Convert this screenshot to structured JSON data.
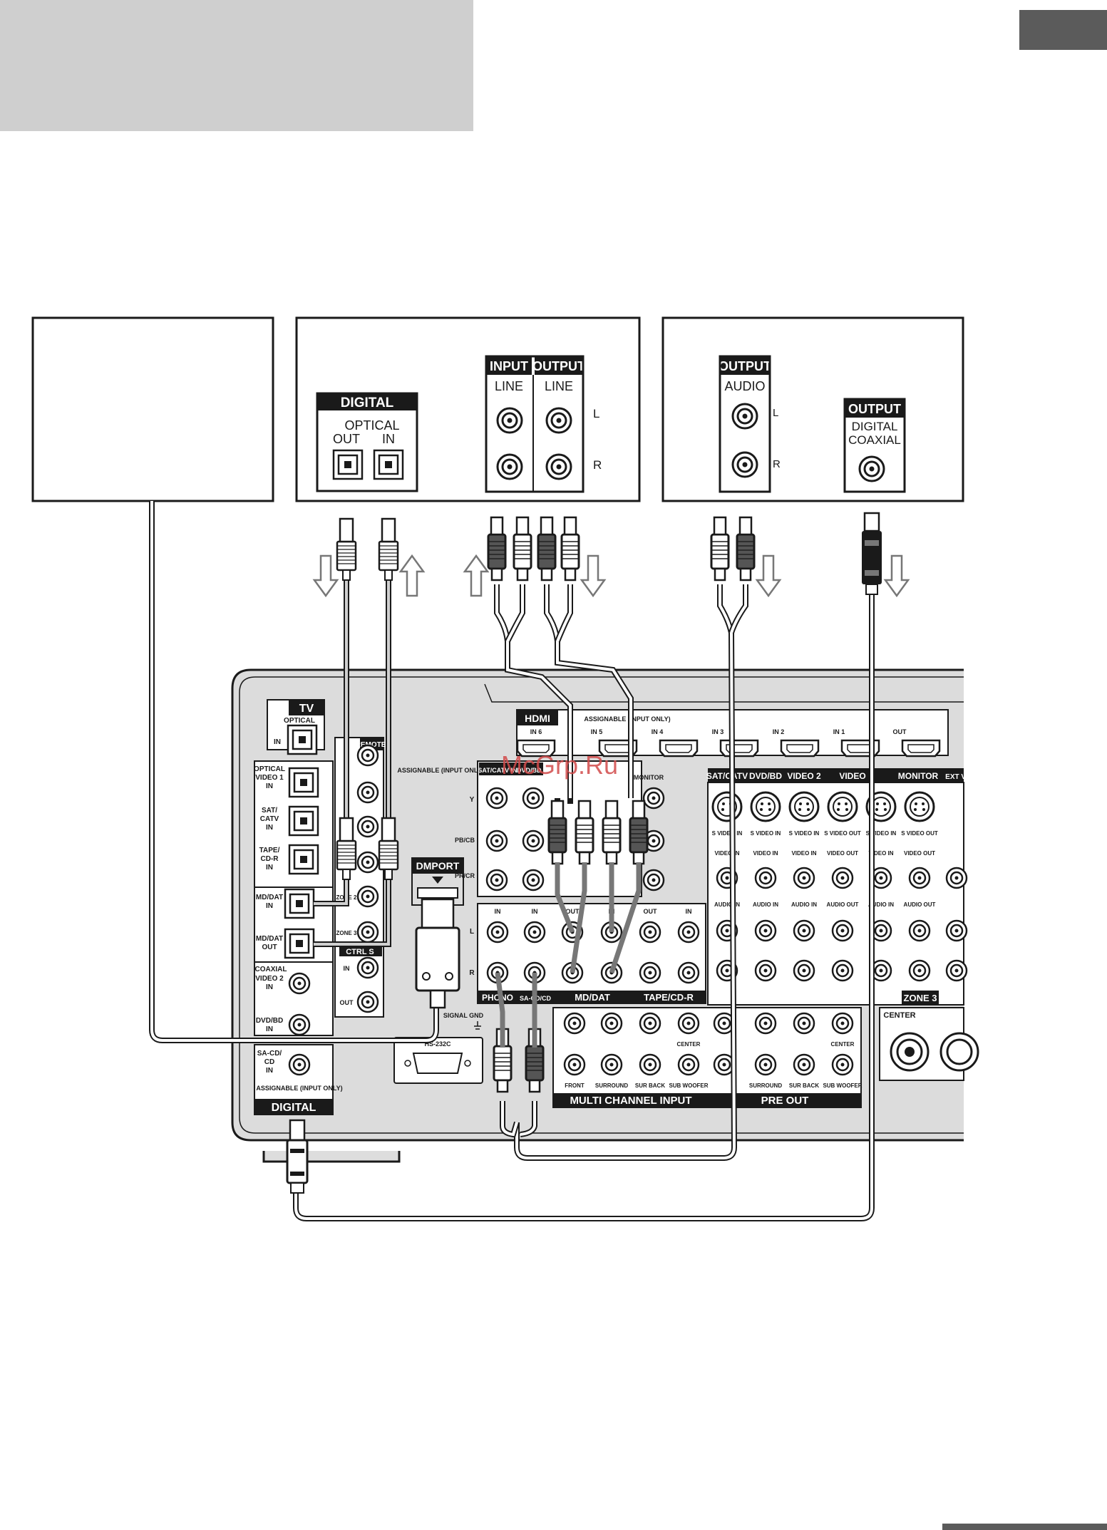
{
  "md_dat_deck": {
    "digital": {
      "header": "DIGITAL",
      "optical": "OPTICAL",
      "out": "OUT",
      "in": "IN"
    },
    "line_input_header": "INPUT",
    "line_output_header": "OUTPUT",
    "line_input": "LINE",
    "line_output": "LINE",
    "left": "L",
    "right": "R"
  },
  "cd_player": {
    "audio_output_header": "OUTPUT",
    "audio": "AUDIO",
    "left": "L",
    "right": "R",
    "digital_output_header": "OUTPUT",
    "digital": "DIGITAL",
    "coaxial": "COAXIAL"
  },
  "receiver": {
    "tv_badge": "TV",
    "tv_optical": "OPTICAL",
    "tv_in": "IN",
    "optical_inputs": [
      {
        "line1": "OPTICAL",
        "line2": "VIDEO 1",
        "line3": "IN"
      },
      {
        "line1": "SAT/",
        "line2": "CATV",
        "line3": "IN"
      },
      {
        "line1": "TAPE/",
        "line2": "CD-R",
        "line3": "IN"
      },
      {
        "line1": "MD/DAT",
        "line2": "IN",
        "line3": ""
      },
      {
        "line1": "MD/DAT",
        "line2": "OUT",
        "line3": ""
      }
    ],
    "coaxial": "COAXIAL",
    "coax_inputs": [
      {
        "line1": "VIDEO 2",
        "line2": "IN",
        "line3": ""
      },
      {
        "line1": "DVD/BD",
        "line2": "IN",
        "line3": ""
      },
      {
        "line1": "SA-CD/",
        "line2": "CD",
        "line3": "IN"
      }
    ],
    "assignable_input_only": "ASSIGNABLE (INPUT ONLY)",
    "digital_footer": "DIGITAL",
    "remote": "REMOTE",
    "zone2": "ZONE 2",
    "zone3": "ZONE 3",
    "ctrl_s": "CTRL S",
    "ctrl_in": "IN",
    "ctrl_out": "OUT",
    "dmport": "DMPORT",
    "signal_gnd": "SIGNAL GND",
    "hs232c": "HS-232C",
    "hdmi": "HDMI",
    "hdmi_assignable": "ASSIGNABLE (INPUT ONLY)",
    "hdmi_ports": [
      "IN 6",
      "IN 5",
      "IN 4",
      "IN 3",
      "IN 2",
      "IN 1",
      "OUT"
    ],
    "assignable_input_only_short": "ASSIGNABLE (INPUT ONLY)",
    "component_cols": [
      "SAT/CATV IN",
      "DVD/BD IN",
      "MONITOR"
    ],
    "component_rows": [
      "Y",
      "PB/CB",
      "PR/CR"
    ],
    "audio_bottom": {
      "in": "IN",
      "out": "OUT",
      "left": "L",
      "right": "R",
      "phono": "PHONO",
      "sacd": "SA-CD/CD",
      "md_dat": "MD/DAT",
      "tape_cdr": "TAPE/CD-R"
    },
    "video_cols": [
      "SAT/CATV",
      "DVD/BD",
      "VIDEO 2",
      "VIDEO",
      "MONITOR",
      "EXT VI"
    ],
    "video_sub": {
      "s_video_in": "S VIDEO IN",
      "s_video_out": "S VIDEO OUT",
      "video_in": "VIDEO IN",
      "video_out": "VIDEO OUT",
      "audio_in": "AUDIO IN",
      "audio_out": "AUDIO OUT"
    },
    "zone3_label": "ZONE 3",
    "multi_channel_input": "MULTI CHANNEL INPUT",
    "pre_out": "PRE OUT",
    "channels": [
      "FRONT",
      "SURROUND",
      "SUR BACK",
      "SUB WOOFER"
    ],
    "center": "CENTER",
    "center_speaker": "CENTER",
    "watermark": "McGrp.Ru"
  }
}
